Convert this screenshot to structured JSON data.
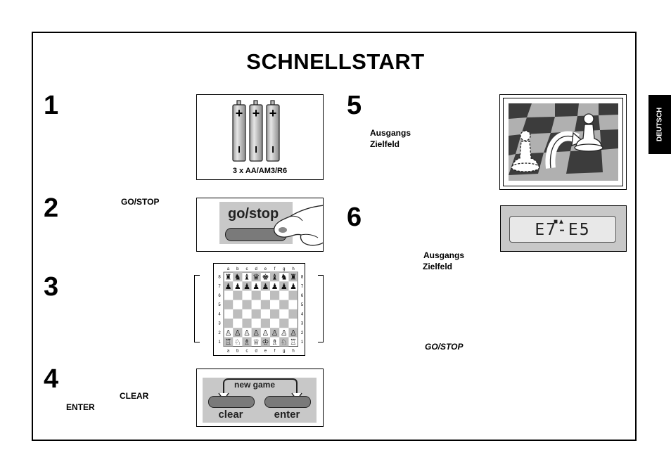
{
  "title": "SCHNELLSTART",
  "side_tab": "DEUTSCH",
  "steps": [
    "1",
    "2",
    "3",
    "4",
    "5",
    "6"
  ],
  "step1": {
    "caption": "3 x AA/AM3/R6",
    "plus": "+",
    "minus": "I"
  },
  "step2": {
    "label": "GO/STOP",
    "button": "go/stop"
  },
  "step3": {
    "files": [
      "a",
      "b",
      "c",
      "d",
      "e",
      "f",
      "g",
      "h"
    ],
    "ranks": [
      "8",
      "7",
      "6",
      "5",
      "4",
      "3",
      "2",
      "1"
    ]
  },
  "step4": {
    "clear_label": "CLEAR",
    "enter_label": "ENTER",
    "new_game": "new game",
    "clear_btn": "clear",
    "enter_btn": "enter"
  },
  "step5": {
    "line1": "Ausgangs",
    "line2": "Zielfeld"
  },
  "step6": {
    "line1": "Ausgangs",
    "line2": "Zielfeld",
    "gostop": "GO/STOP",
    "lcd": "E7-E5",
    "lcd_symbols": "■▲"
  }
}
